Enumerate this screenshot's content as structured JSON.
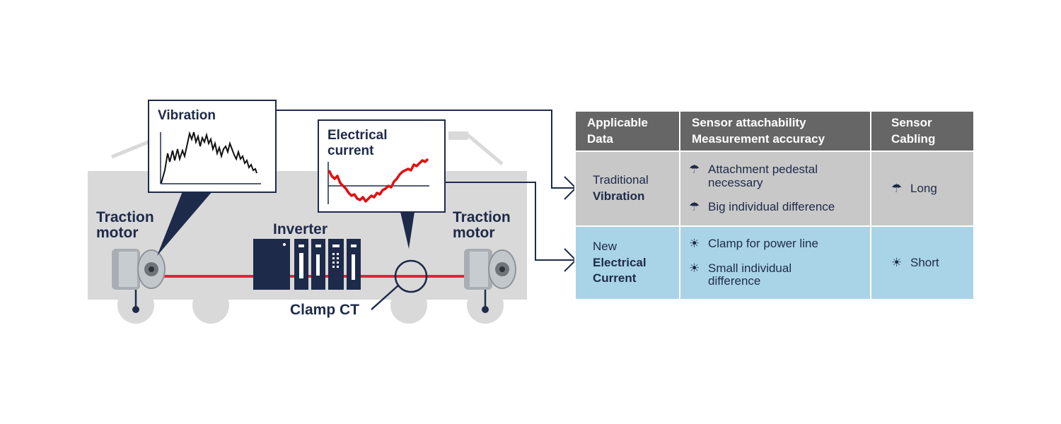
{
  "diagram": {
    "labels": {
      "traction_motor_left": [
        "Traction",
        "motor"
      ],
      "traction_motor_right": [
        "Traction",
        "motor"
      ],
      "inverter": "Inverter",
      "clamp_ct": "Clamp CT"
    },
    "popups": {
      "vibration_title": "Vibration",
      "current_title": [
        "Electrical",
        "current"
      ]
    },
    "colors": {
      "train_body": "#d9d9d9",
      "navy": "#1e2a4a",
      "power_line": "#e0243c",
      "current_waveform": "#e01010",
      "header_bg": "#666666",
      "traditional_row_bg": "#c8c8c8",
      "new_row_bg": "#a9d4e8"
    }
  },
  "table": {
    "headers": [
      [
        "Applicable",
        "Data"
      ],
      [
        "Sensor attachability",
        "Measurement accuracy"
      ],
      [
        "Sensor",
        "Cabling"
      ]
    ],
    "rows": [
      {
        "data": [
          "Traditional",
          "Vibration"
        ],
        "attachability": [
          {
            "icon": "umbrella-icon",
            "glyph": "☂",
            "text": [
              "Attachment pedestal",
              "necessary"
            ]
          },
          {
            "icon": "umbrella-icon",
            "glyph": "☂",
            "text": [
              "Big individual difference"
            ]
          }
        ],
        "cabling": {
          "icon": "umbrella-icon",
          "glyph": "☂",
          "text": "Long"
        }
      },
      {
        "data": [
          "New",
          "Electrical",
          "Current"
        ],
        "attachability": [
          {
            "icon": "sun-icon",
            "glyph": "☀",
            "text": [
              "Clamp for power line"
            ]
          },
          {
            "icon": "sun-icon",
            "glyph": "☀",
            "text": [
              "Small individual",
              "difference"
            ]
          }
        ],
        "cabling": {
          "icon": "sun-icon",
          "glyph": "☀",
          "text": "Short"
        }
      }
    ]
  }
}
